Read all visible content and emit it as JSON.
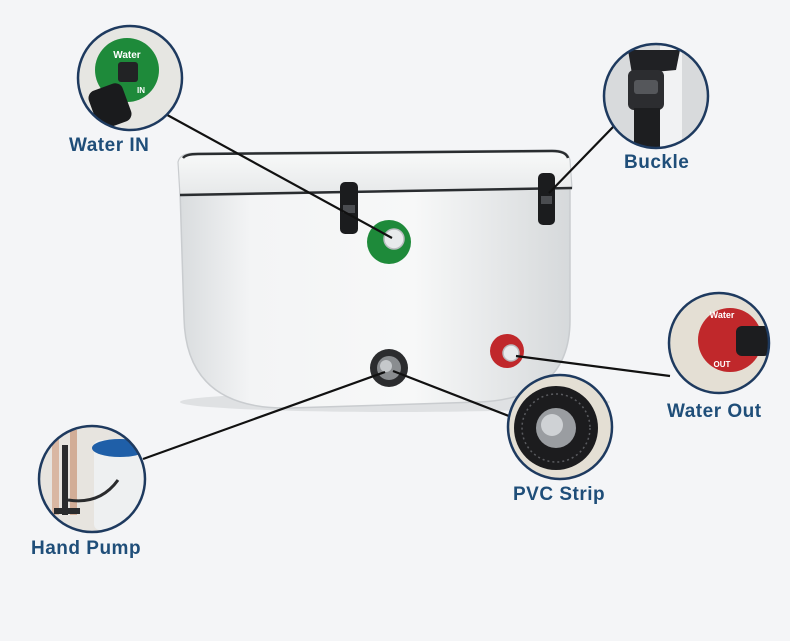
{
  "labels": {
    "water_in": "Water IN",
    "buckle": "Buckle",
    "water_out": "Water Out",
    "pvc_strip": "PVC Strip",
    "hand_pump": "Hand Pump"
  },
  "valve_text": {
    "water_in_top": "Water",
    "water_in_bottom": "IN",
    "water_out_top": "Water",
    "water_out_bottom": "OUT"
  },
  "colors": {
    "label": "#1f4e79",
    "callout_border": "#1e3a5f",
    "valve_green": "#1e8a3a",
    "valve_red": "#c0282b",
    "tub_body": "#eef0f1",
    "leader_line": "#111111"
  }
}
